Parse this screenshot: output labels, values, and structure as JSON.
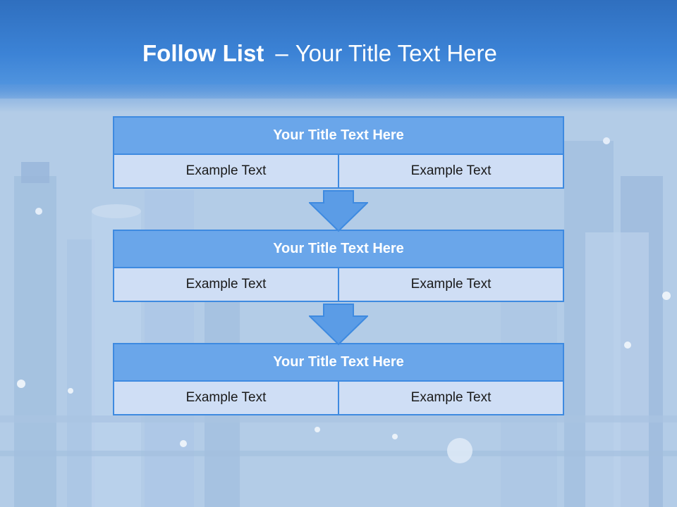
{
  "slide": {
    "title_bold": "Follow List",
    "title_separator": "–",
    "title_rest": "Your Title Text Here"
  },
  "steps": [
    {
      "title": "Your Title Text Here",
      "left": "Example Text",
      "right": "Example Text"
    },
    {
      "title": "Your Title Text Here",
      "left": "Example Text",
      "right": "Example Text"
    },
    {
      "title": "Your Title Text Here",
      "left": "Example Text",
      "right": "Example Text"
    }
  ],
  "colors": {
    "header": "#3c83d6",
    "box_title_fill": "#6aa6ea",
    "box_cell_fill": "#cfdef5",
    "border": "#3e8ae0",
    "arrow_fill": "#5b9ce6"
  },
  "icons": {
    "connector": "down-arrow-icon"
  }
}
